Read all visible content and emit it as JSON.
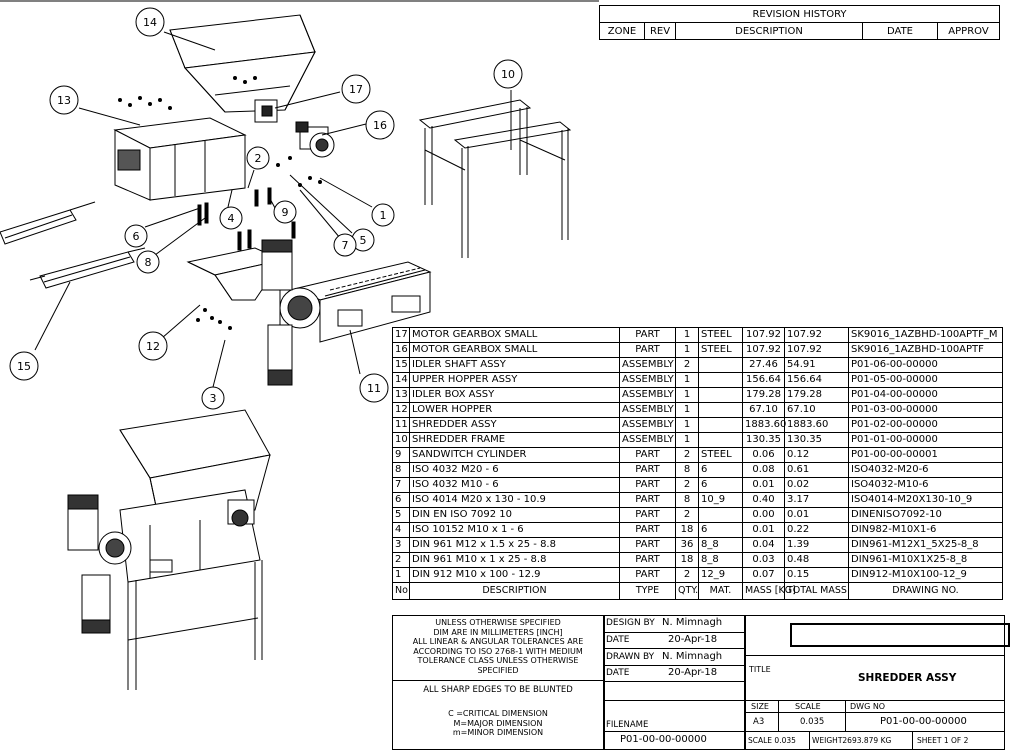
{
  "revision_history": {
    "title": "REVISION HISTORY",
    "headers": {
      "zone": "ZONE",
      "rev": "REV",
      "description": "DESCRIPTION",
      "date": "DATE",
      "approved": "APPROV"
    }
  },
  "balloons": [
    "14",
    "17",
    "13",
    "16",
    "10",
    "2",
    "1",
    "9",
    "4",
    "5",
    "7",
    "6",
    "8",
    "12",
    "15",
    "3",
    "11"
  ],
  "bom": {
    "rows": [
      {
        "no": "17",
        "description": "MOTOR GEARBOX SMALL",
        "type": "PART",
        "qty": "1",
        "mat": "STEEL",
        "mass": "107.92",
        "total": "107.92",
        "drawing": "SK9016_1AZBHD-100APTF_M"
      },
      {
        "no": "16",
        "description": "MOTOR GEARBOX SMALL",
        "type": "PART",
        "qty": "1",
        "mat": "STEEL",
        "mass": "107.92",
        "total": "107.92",
        "drawing": "SK9016_1AZBHD-100APTF"
      },
      {
        "no": "15",
        "description": "IDLER SHAFT ASSY",
        "type": "ASSEMBLY",
        "qty": "2",
        "mat": "",
        "mass": "27.46",
        "total": "54.91",
        "drawing": "P01-06-00-00000"
      },
      {
        "no": "14",
        "description": "UPPER HOPPER ASSY",
        "type": "ASSEMBLY",
        "qty": "1",
        "mat": "",
        "mass": "156.64",
        "total": "156.64",
        "drawing": "P01-05-00-00000"
      },
      {
        "no": "13",
        "description": "IDLER BOX ASSY",
        "type": "ASSEMBLY",
        "qty": "1",
        "mat": "",
        "mass": "179.28",
        "total": "179.28",
        "drawing": "P01-04-00-00000"
      },
      {
        "no": "12",
        "description": "LOWER HOPPER",
        "type": "ASSEMBLY",
        "qty": "1",
        "mat": "",
        "mass": "67.10",
        "total": "67.10",
        "drawing": "P01-03-00-00000"
      },
      {
        "no": "11",
        "description": "SHREDDER ASSY",
        "type": "ASSEMBLY",
        "qty": "1",
        "mat": "",
        "mass": "1883.60",
        "total": "1883.60",
        "drawing": "P01-02-00-00000"
      },
      {
        "no": "10",
        "description": "SHREDDER FRAME",
        "type": "ASSEMBLY",
        "qty": "1",
        "mat": "",
        "mass": "130.35",
        "total": "130.35",
        "drawing": "P01-01-00-00000"
      },
      {
        "no": "9",
        "description": "SANDWITCH CYLINDER",
        "type": "PART",
        "qty": "2",
        "mat": "STEEL",
        "mass": "0.06",
        "total": "0.12",
        "drawing": "P01-00-00-00001"
      },
      {
        "no": "8",
        "description": "ISO 4032 M20 - 6",
        "type": "PART",
        "qty": "8",
        "mat": "6",
        "mass": "0.08",
        "total": "0.61",
        "drawing": "ISO4032-M20-6"
      },
      {
        "no": "7",
        "description": "ISO 4032 M10 - 6",
        "type": "PART",
        "qty": "2",
        "mat": "6",
        "mass": "0.01",
        "total": "0.02",
        "drawing": "ISO4032-M10-6"
      },
      {
        "no": "6",
        "description": "ISO 4014 M20 x 130 - 10.9",
        "type": "PART",
        "qty": "8",
        "mat": "10_9",
        "mass": "0.40",
        "total": "3.17",
        "drawing": "ISO4014-M20X130-10_9"
      },
      {
        "no": "5",
        "description": "DIN EN ISO 7092 10",
        "type": "PART",
        "qty": "2",
        "mat": "",
        "mass": "0.00",
        "total": "0.01",
        "drawing": "DINENISO7092-10"
      },
      {
        "no": "4",
        "description": "ISO 10152 M10 x 1 - 6",
        "type": "PART",
        "qty": "18",
        "mat": "6",
        "mass": "0.01",
        "total": "0.22",
        "drawing": "DIN982-M10X1-6"
      },
      {
        "no": "3",
        "description": "DIN 961 M12 x 1.5 x 25 - 8.8",
        "type": "PART",
        "qty": "36",
        "mat": "8_8",
        "mass": "0.04",
        "total": "1.39",
        "drawing": "DIN961-M12X1_5X25-8_8"
      },
      {
        "no": "2",
        "description": "DIN 961 M10 x 1 x 25 - 8.8",
        "type": "PART",
        "qty": "18",
        "mat": "8_8",
        "mass": "0.03",
        "total": "0.48",
        "drawing": "DIN961-M10X1X25-8_8"
      },
      {
        "no": "1",
        "description": "DIN 912 M10 x 100 - 12.9",
        "type": "PART",
        "qty": "2",
        "mat": "12_9",
        "mass": "0.07",
        "total": "0.15",
        "drawing": "DIN912-M10X100-12_9"
      }
    ],
    "headers": {
      "no": "No",
      "description": "DESCRIPTION",
      "type": "TYPE",
      "qty": "QTY.",
      "mat": "MAT.",
      "mass": "MASS [KG]",
      "total": "TOTAL MASS",
      "drawing": "DRAWING NO."
    }
  },
  "title_block": {
    "notes1": [
      "UNLESS OTHERWISE SPECIFIED",
      "DIM ARE IN MILLIMETERS [INCH]",
      "ALL LINEAR & ANGULAR TOLERANCES ARE",
      "ACCORDING TO ISO 2768-1 WITH MEDIUM",
      "TOLERANCE CLASS UNLESS OTHERWISE",
      "SPECIFIED"
    ],
    "notes2": "ALL SHARP EDGES TO BE BLUNTED",
    "notes3": [
      "C =CRITICAL DIMENSION",
      "M=MAJOR DIMENSION",
      "m=MINOR DIMENSION"
    ],
    "design_by_label": "DESIGN BY",
    "design_by": "N. Mimnagh",
    "date_label": "DATE",
    "design_date": "20-Apr-18",
    "drawn_by_label": "DRAWN BY",
    "drawn_by": "N. Mimnagh",
    "drawn_date": "20-Apr-18",
    "title_label": "TITLE",
    "title": "SHREDDER ASSY",
    "filename_label": "FILENAME",
    "filename": "P01-00-00-00000",
    "size_label": "SIZE",
    "size": "A3",
    "scale_label": "SCALE",
    "scale": "0.035",
    "dwg_no_label": "DWG NO",
    "dwg_no": "P01-00-00-00000",
    "scale_bottom": "SCALE  0.035",
    "weight": "WEIGHT2693.879 KG",
    "sheet": "SHEET 1 OF 2"
  }
}
